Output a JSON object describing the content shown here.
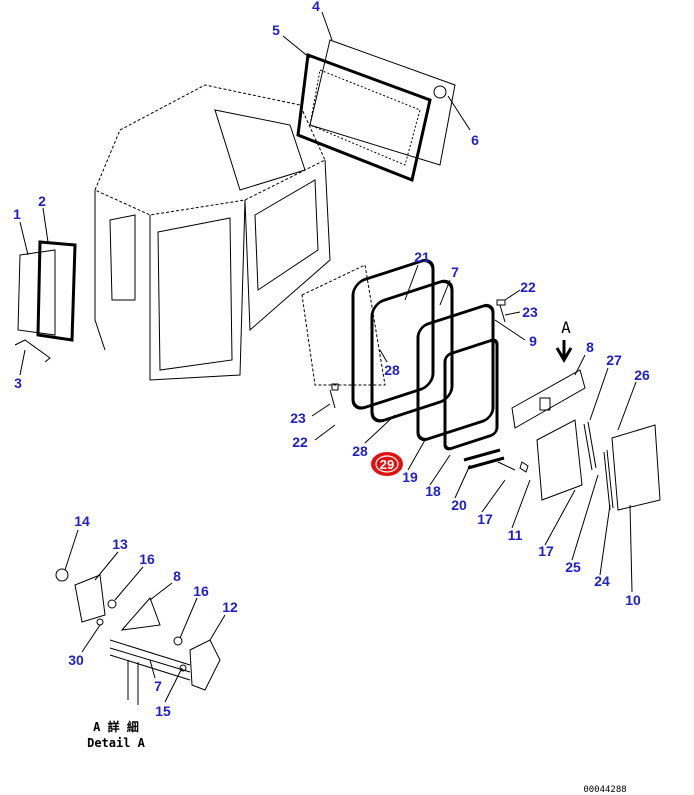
{
  "diagram": {
    "callouts": [
      "4",
      "5",
      "6",
      "1",
      "2",
      "3",
      "21",
      "7",
      "22",
      "23",
      "9",
      "A",
      "8",
      "27",
      "26",
      "28",
      "23",
      "22",
      "28",
      "29",
      "19",
      "18",
      "20",
      "17",
      "11",
      "17",
      "25",
      "24",
      "10",
      "14",
      "13",
      "16",
      "8",
      "16",
      "12",
      "30",
      "7",
      "15"
    ],
    "highlighted_callout": "29",
    "detail_label_jp": "A 詳 細",
    "detail_label_en": "Detail A",
    "drawing_code": "00044288",
    "colors": {
      "callout": "#1f1fc8",
      "highlight": "#e01010"
    }
  }
}
